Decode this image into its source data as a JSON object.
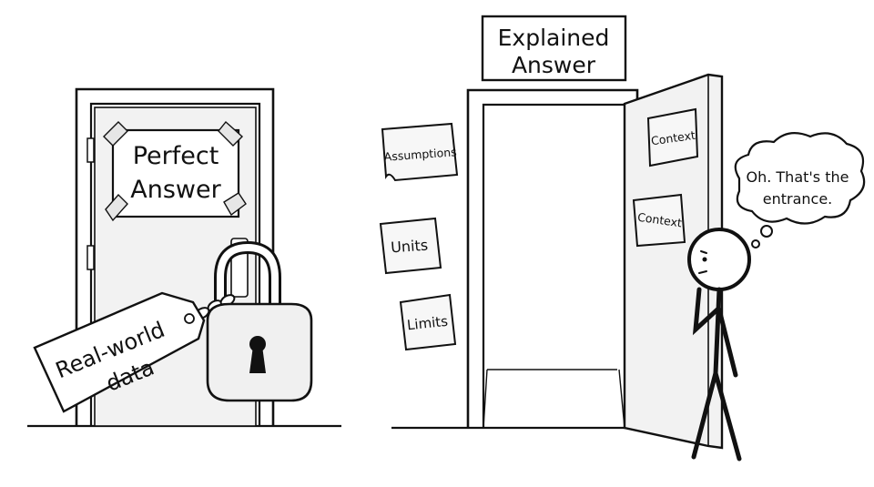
{
  "locked_door": {
    "sign": {
      "line1": "Perfect",
      "line2": "Answer"
    },
    "tag": {
      "line1": "Real-world",
      "line2": "data"
    }
  },
  "open_door": {
    "header": {
      "line1": "Explained",
      "line2": "Answer"
    },
    "notes_left": [
      "Assumptions",
      "Units",
      "Limits"
    ],
    "notes_door": [
      "Context",
      "Context"
    ]
  },
  "stick_figure": {
    "thought": {
      "line1": "Oh. That's the",
      "line2": "entrance."
    }
  },
  "colors": {
    "ink": "#111111",
    "paper": "#ffffff",
    "door_fill": "#f2f2f2",
    "note_fill": "#f7f7f7"
  }
}
